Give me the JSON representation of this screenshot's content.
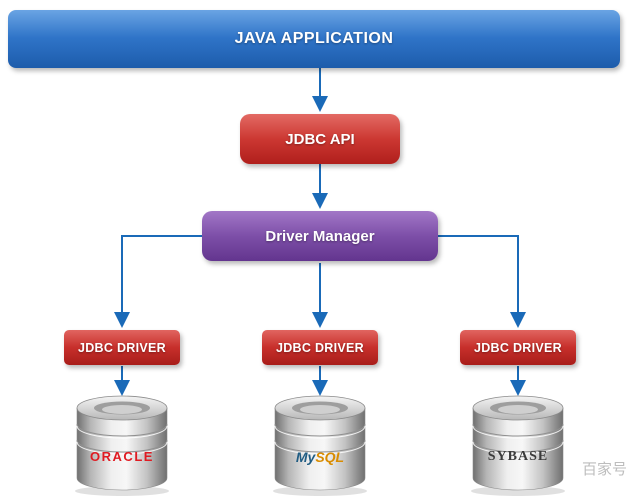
{
  "diagram": {
    "nodes": {
      "java_application": "JAVA APPLICATION",
      "jdbc_api": "JDBC API",
      "driver_manager": "Driver Manager"
    },
    "drivers": [
      "JDBC DRIVER",
      "JDBC DRIVER",
      "JDBC DRIVER"
    ],
    "databases": [
      {
        "name": "ORACLE",
        "color": "#e01b22"
      },
      {
        "name": "MySQL",
        "parts": [
          {
            "text": "My",
            "color": "#1f5c83"
          },
          {
            "text": "SQL",
            "color": "#d98c00"
          }
        ]
      },
      {
        "name": "SYBASE",
        "color": "#3b3b3b"
      }
    ],
    "colors": {
      "app_box": "#2f74c8",
      "api_box": "#cc3832",
      "manager_box": "#7d4fa8",
      "driver_box": "#c72f2b",
      "arrow": "#1a6ab8",
      "cylinder": "#c9c9c9"
    },
    "watermark": "百家号"
  }
}
